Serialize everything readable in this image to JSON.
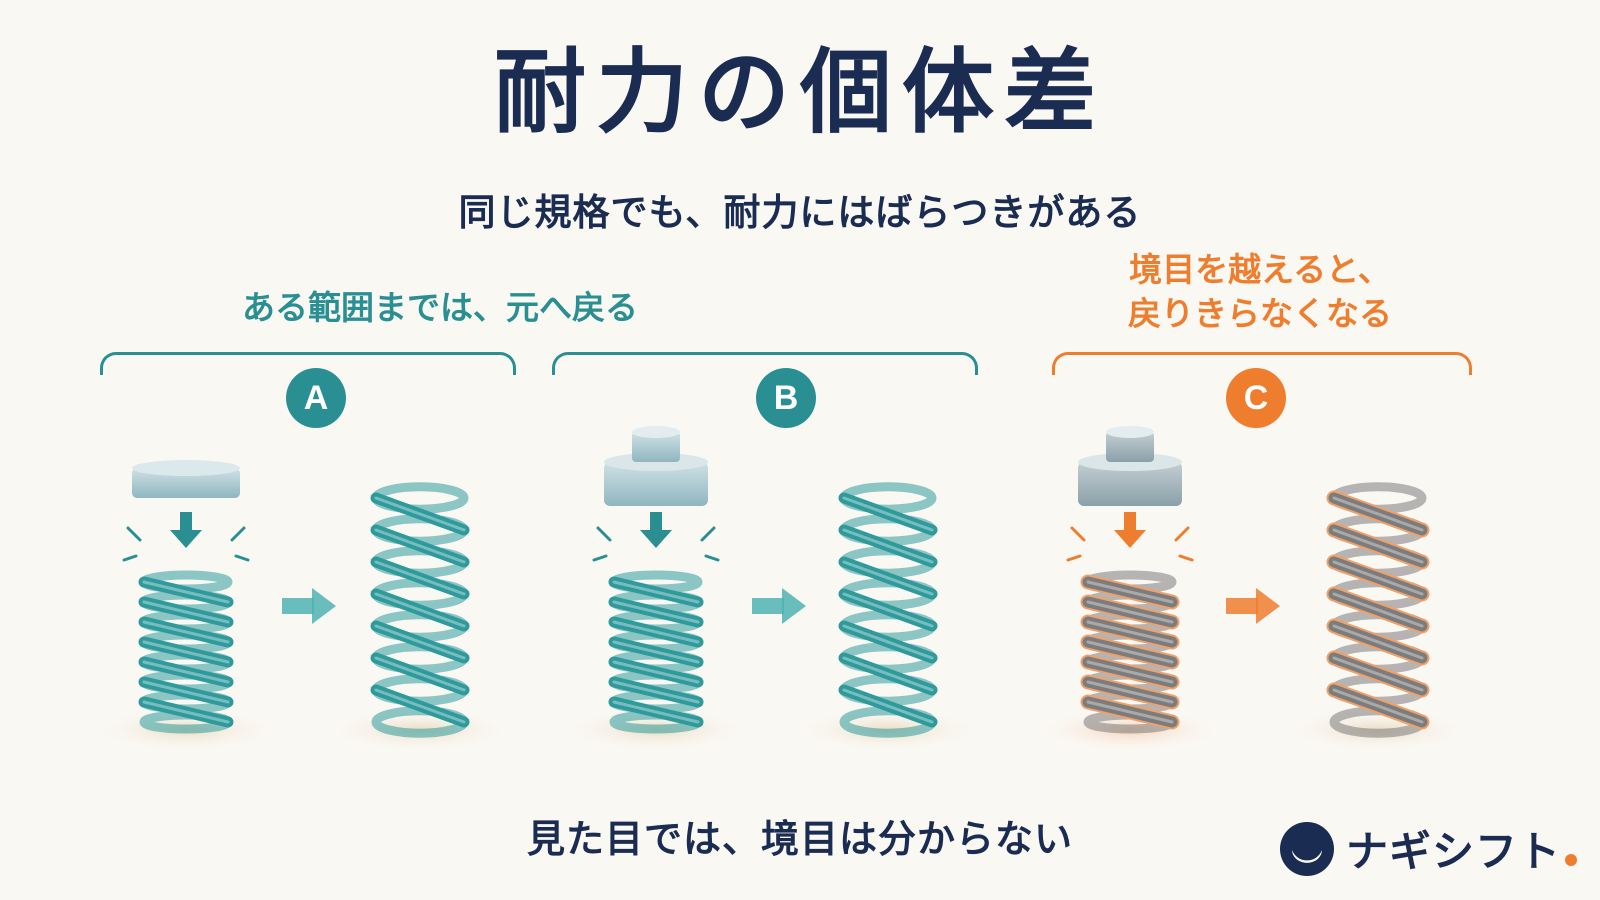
{
  "title": "耐力の個体差",
  "subtitle": "同じ規格でも、耐力にはばらつきがある",
  "group_left": {
    "label": "ある範囲までは、元へ戻る"
  },
  "group_right": {
    "label_line1": "境目を越えると、",
    "label_line2": "戻りきらなくなる"
  },
  "panels": [
    {
      "badge": "A",
      "weight": "small",
      "result": "recovers",
      "color": "#2a8f93"
    },
    {
      "badge": "B",
      "weight": "medium",
      "result": "recovers",
      "color": "#2a8f93"
    },
    {
      "badge": "C",
      "weight": "medium",
      "result": "does-not-recover",
      "color": "#ef7d2e"
    }
  ],
  "bottom_note": "見た目では、境目は分からない",
  "logo": {
    "text": "ナギシフト"
  },
  "colors": {
    "navy": "#1b2c52",
    "teal": "#2a8f93",
    "orange": "#ef7d2e",
    "spring_teal": "#2f9a9c",
    "spring_gray": "#7c7c7c",
    "weight_blue": "#9fc4cc"
  }
}
